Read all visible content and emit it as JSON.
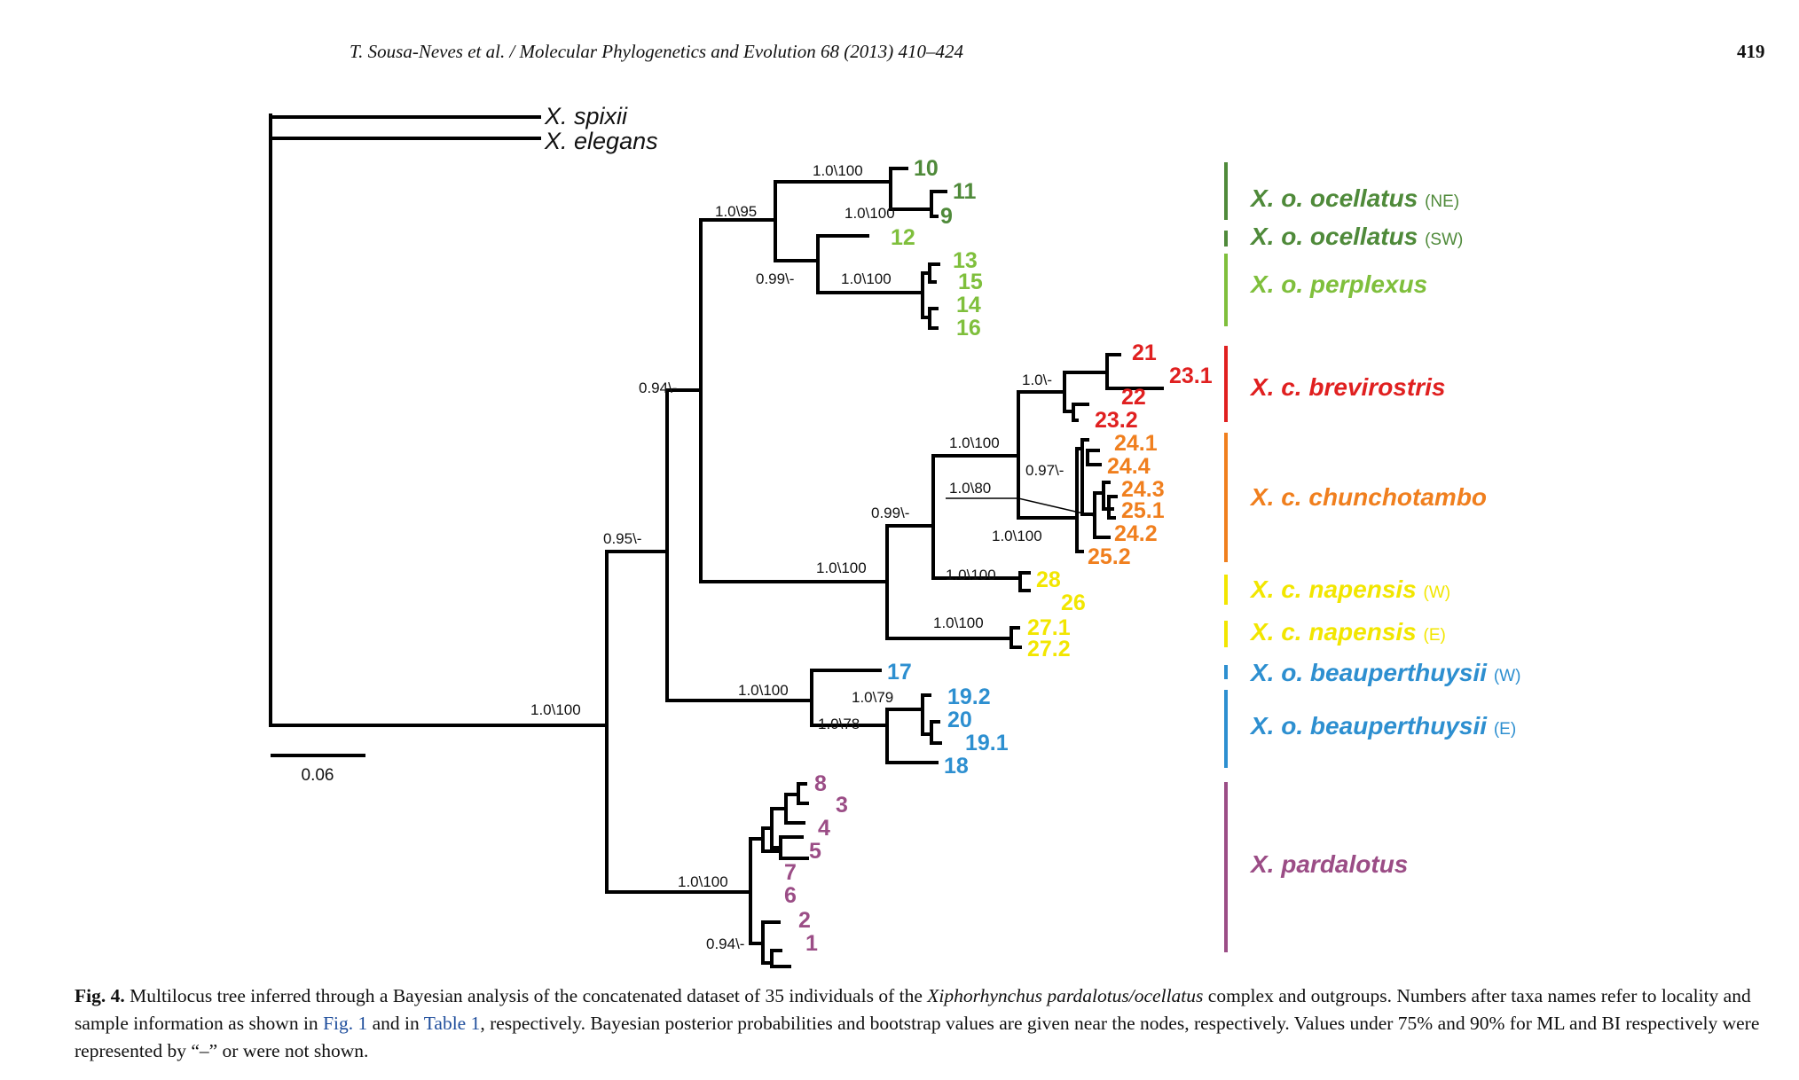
{
  "header": {
    "running_head": "T. Sousa-Neves et al. / Molecular Phylogenetics and Evolution 68 (2013) 410–424",
    "page_number": "419"
  },
  "colors": {
    "ocellatus": "#4f8a3a",
    "perplexus": "#7fbf3c",
    "brevirostris": "#e02020",
    "chunchotambo": "#f07f1e",
    "napensis": "#f2e600",
    "beauperthuysii": "#2d8fd0",
    "pardalotus": "#9b4d86",
    "branch": "#000000"
  },
  "tree": {
    "outgroups": [
      {
        "genus": "X.",
        "species": "spixii"
      },
      {
        "genus": "X.",
        "species": "elegans"
      }
    ],
    "tips": {
      "t10": "10",
      "t11": "11",
      "t9": "9",
      "t12": "12",
      "t13": "13",
      "t15": "15",
      "t14": "14",
      "t16": "16",
      "t21": "21",
      "t231": "23.1",
      "t22": "22",
      "t232": "23.2",
      "t241": "24.1",
      "t244": "24.4",
      "t243": "24.3",
      "t251": "25.1",
      "t242": "24.2",
      "t252": "25.2",
      "t28": "28",
      "t26": "26",
      "t271": "27.1",
      "t272": "27.2",
      "t17": "17",
      "t192": "19.2",
      "t20": "20",
      "t191": "19.1",
      "t18": "18",
      "t8": "8",
      "t3": "3",
      "t4": "4",
      "t5": "5",
      "t7": "7",
      "t6": "6",
      "t2": "2",
      "t1": "1"
    },
    "supports": {
      "root": "1.0\\100",
      "n095": "0.95\\-",
      "n094": "0.94\\-",
      "ocell": "1.0\\95",
      "n10_9": "1.0\\100",
      "n9_11": "1.0\\100",
      "perp099": "0.99\\-",
      "perp": "1.0\\100",
      "chunch": "1.0\\100",
      "n099": "0.99\\-",
      "brev_chunch": "1.0\\100",
      "brev": "1.0\\-",
      "n097": "0.97\\-",
      "n1080": "1.0\\80",
      "n24_25": "1.0\\100",
      "napW": "1.0\\100",
      "napE": "1.0\\100",
      "beau": "1.0\\100",
      "n179": "1.0\\79",
      "n178": "1.0\\78",
      "pard": "1.0\\100",
      "pard094": "0.94\\-"
    },
    "scale_bar": "0.06"
  },
  "clades": [
    {
      "key": "ocellatus_ne",
      "genus": "X. o.",
      "name": "ocellatus",
      "qual": "(NE)",
      "color": "#4f8a3a"
    },
    {
      "key": "ocellatus_sw",
      "genus": "X. o.",
      "name": "ocellatus",
      "qual": "(SW)",
      "color": "#4f8a3a"
    },
    {
      "key": "perplexus",
      "genus": "X. o.",
      "name": "perplexus",
      "qual": "",
      "color": "#7fbf3c"
    },
    {
      "key": "brevirostris",
      "genus": "X. c.",
      "name": "brevirostris",
      "qual": "",
      "color": "#e02020"
    },
    {
      "key": "chunchotambo",
      "genus": "X. c.",
      "name": "chunchotambo",
      "qual": "",
      "color": "#f07f1e"
    },
    {
      "key": "napensis_w",
      "genus": "X. c.",
      "name": "napensis",
      "qual": "(W)",
      "color": "#f2e600"
    },
    {
      "key": "napensis_e",
      "genus": "X. c.",
      "name": "napensis",
      "qual": "(E)",
      "color": "#f2e600"
    },
    {
      "key": "beau_w",
      "genus": "X. o.",
      "name": "beauperthuysii",
      "qual": "(W)",
      "color": "#2d8fd0"
    },
    {
      "key": "beau_e",
      "genus": "X. o.",
      "name": "beauperthuysii",
      "qual": "(E)",
      "color": "#2d8fd0"
    },
    {
      "key": "pardalotus",
      "genus": "X.",
      "name": "pardalotus",
      "qual": "",
      "color": "#9b4d86"
    }
  ],
  "caption": {
    "label": "Fig. 4.",
    "part1": " Multilocus tree inferred through a Bayesian analysis of the concatenated dataset of 35 individuals of the ",
    "taxon": "Xiphorhynchus pardalotus/ocellatus",
    "part2": " complex and outgroups. Numbers after taxa names refer to locality and sample information as shown in ",
    "ref1": "Fig. 1",
    "part3": " and in ",
    "ref2": "Table 1",
    "part4": ", respectively. Bayesian posterior probabilities and bootstrap values are given near the nodes, respectively. Values under 75% and 90% for ML and BI respectively were represented by “–” or were not shown."
  }
}
